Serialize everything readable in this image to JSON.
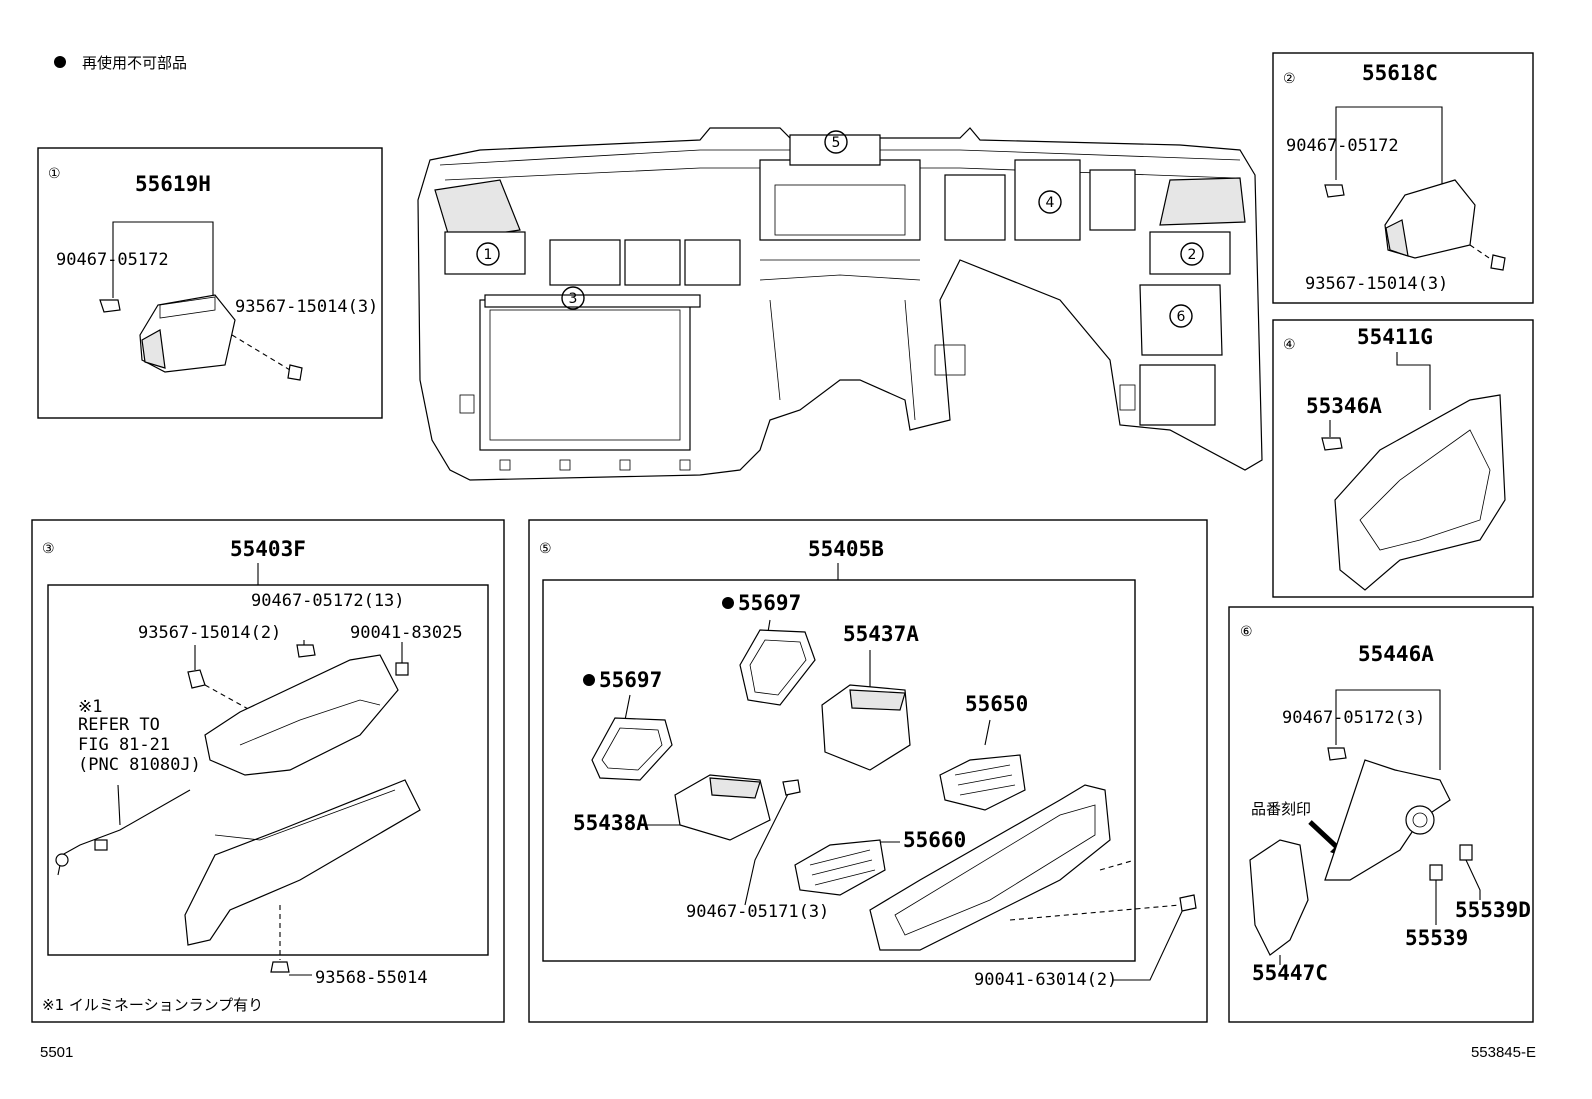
{
  "legend": {
    "bullet": "●",
    "text": "再使用不可部品"
  },
  "footer": {
    "left": "5501",
    "right": "553845-E"
  },
  "main_view": {
    "callouts": [
      "①",
      "②",
      "③",
      "④",
      "⑤",
      "⑥"
    ]
  },
  "panel1": {
    "index": "①",
    "title": "55619H",
    "labels": [
      "90467-05172",
      "93567-15014(3)"
    ]
  },
  "panel2": {
    "index": "②",
    "title": "55618C",
    "labels": [
      "90467-05172",
      "93567-15014(3)"
    ]
  },
  "panel3": {
    "index": "③",
    "title": "55403F",
    "labels": [
      "90467-05172(13)",
      "93567-15014(2)",
      "90041-83025",
      "93568-55014"
    ],
    "refer_lines": [
      "※1",
      "REFER TO",
      "FIG 81-21",
      "(PNC 81080J)"
    ],
    "note": "※1 イルミネーションランプ有り"
  },
  "panel4": {
    "index": "④",
    "title": "55411G",
    "labels": [
      "55346A"
    ]
  },
  "panel5": {
    "index": "⑤",
    "title": "55405B",
    "labels": [
      "55697",
      "55697",
      "55437A",
      "55650",
      "55438A",
      "55660",
      "90467-05171(3)",
      "90041-63014(2)"
    ]
  },
  "panel6": {
    "index": "⑥",
    "title": "55446A",
    "labels": [
      "90467-05172(3)",
      "55539D",
      "55539",
      "55447C"
    ],
    "stamp_note": "品番刻印"
  }
}
